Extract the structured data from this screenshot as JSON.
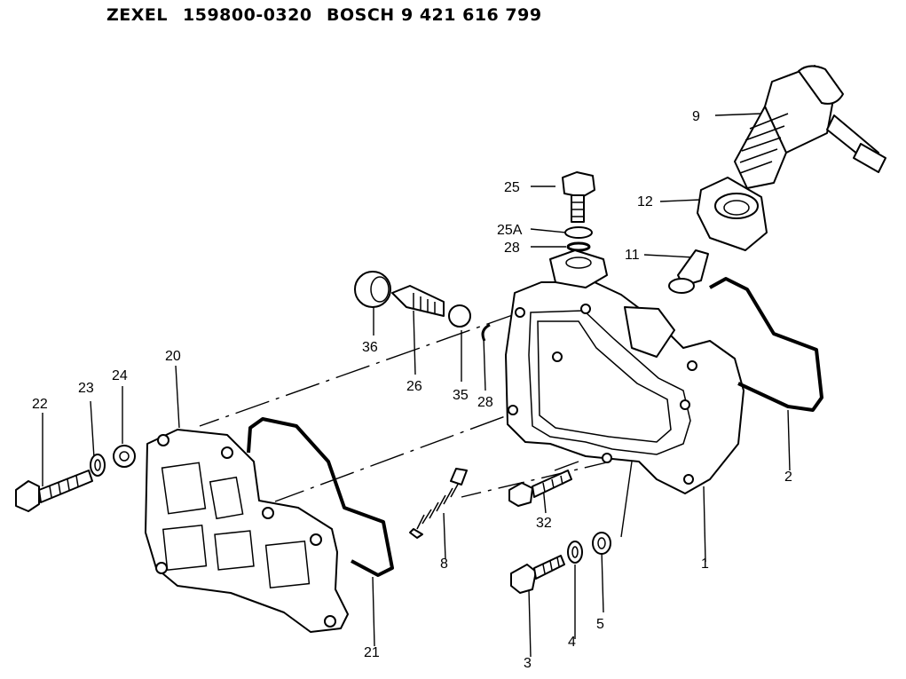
{
  "header": {
    "brand1": "ZEXEL",
    "part1": "159800-0320",
    "brand2": "BOSCH",
    "part2": "9 421 616 799"
  },
  "callouts": [
    "9",
    "25",
    "12",
    "25A",
    "28",
    "11",
    "36",
    "26",
    "35",
    "28",
    "20",
    "24",
    "23",
    "22",
    "2",
    "32",
    "1",
    "8",
    "5",
    "4",
    "3",
    "21"
  ]
}
